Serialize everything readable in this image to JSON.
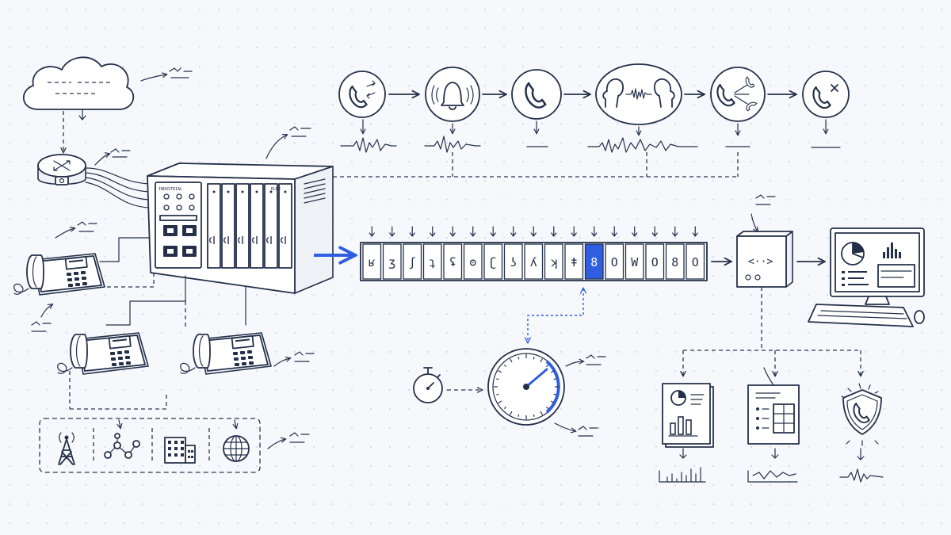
{
  "colors": {
    "ink": "#24304a",
    "accent": "#2f5fe0",
    "background": "#f6f8fb",
    "grid_dots": "#d6dce6"
  },
  "call_flow": [
    {
      "icon": "incoming-call-icon"
    },
    {
      "icon": "bell-ringing-icon"
    },
    {
      "icon": "phone-answer-icon"
    },
    {
      "icon": "conversation-icon"
    },
    {
      "icon": "call-transfer-icon"
    },
    {
      "icon": "call-end-icon"
    }
  ],
  "signal_sequence": {
    "cells": [
      "ʁ",
      "ʒ",
      "ʃ",
      "ʇ",
      "ʢ",
      "ʘ",
      "ʗ",
      "ʖ",
      "ʎ",
      "ʞ",
      "ǂ",
      "8",
      "O",
      "W",
      "O",
      "8",
      "O"
    ],
    "highlighted_index": 11
  },
  "pbx": {
    "brand": "INDUSTRIAL",
    "model": "ELNX"
  },
  "connectivity": {
    "icons": [
      "cell-tower-icon",
      "network-nodes-icon",
      "office-building-icon",
      "globe-icon"
    ]
  },
  "outputs": {
    "icons": [
      "analytics-report-icon",
      "data-table-icon",
      "security-shield-icon"
    ]
  }
}
